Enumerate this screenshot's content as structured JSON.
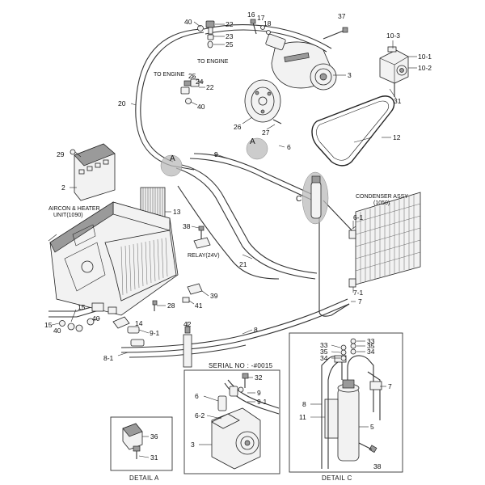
{
  "captions": {
    "to_engine_top": "TO ENGINE",
    "to_engine_mid": "TO ENGINE",
    "aircon_unit_line1": "AIRCON & HEATER",
    "aircon_unit_line2": "UNIT(1090)",
    "relay": "RELAY(24V)",
    "condenser_line1": "CONDENSER ASSY",
    "condenser_line2": "(1050)",
    "serial": "SERIAL NO : -#0015"
  },
  "details": {
    "a_label": "DETAIL A",
    "c_label": "DETAIL C",
    "a_marker": "A",
    "a_marker2": "A",
    "c_marker": "C"
  },
  "callouts": [
    {
      "id": "c40a",
      "text": "40"
    },
    {
      "id": "c22a",
      "text": "22"
    },
    {
      "id": "c23",
      "text": "23"
    },
    {
      "id": "c25a",
      "text": "25"
    },
    {
      "id": "c16",
      "text": "16"
    },
    {
      "id": "c17",
      "text": "17"
    },
    {
      "id": "c18",
      "text": "18"
    },
    {
      "id": "c37",
      "text": "37"
    },
    {
      "id": "c10_3",
      "text": "10-3"
    },
    {
      "id": "c10_1",
      "text": "10-1"
    },
    {
      "id": "c10_2",
      "text": "10-2"
    },
    {
      "id": "c3a",
      "text": "3"
    },
    {
      "id": "c31a",
      "text": "31"
    },
    {
      "id": "c25b",
      "text": "25"
    },
    {
      "id": "c24",
      "text": "24"
    },
    {
      "id": "c22b",
      "text": "22"
    },
    {
      "id": "c40b",
      "text": "40"
    },
    {
      "id": "c20",
      "text": "20"
    },
    {
      "id": "c26",
      "text": "26"
    },
    {
      "id": "c27",
      "text": "27"
    },
    {
      "id": "c12",
      "text": "12"
    },
    {
      "id": "c6a",
      "text": "6"
    },
    {
      "id": "c9a",
      "text": "9"
    },
    {
      "id": "c29",
      "text": "29"
    },
    {
      "id": "c2",
      "text": "2"
    },
    {
      "id": "c13",
      "text": "13"
    },
    {
      "id": "c38a",
      "text": "38"
    },
    {
      "id": "c6_1",
      "text": "6-1"
    },
    {
      "id": "c21",
      "text": "21"
    },
    {
      "id": "c7_1",
      "text": "7-1"
    },
    {
      "id": "c7a",
      "text": "7"
    },
    {
      "id": "c39",
      "text": "39"
    },
    {
      "id": "c41",
      "text": "41"
    },
    {
      "id": "c28",
      "text": "28"
    },
    {
      "id": "c15a",
      "text": "15"
    },
    {
      "id": "c15b",
      "text": "15"
    },
    {
      "id": "c40c",
      "text": "40"
    },
    {
      "id": "c40d",
      "text": "40"
    },
    {
      "id": "c14",
      "text": "14"
    },
    {
      "id": "c9_1a",
      "text": "9-1"
    },
    {
      "id": "c42",
      "text": "42"
    },
    {
      "id": "c8a",
      "text": "8"
    },
    {
      "id": "c8_1",
      "text": "8-1"
    },
    {
      "id": "c32",
      "text": "32"
    },
    {
      "id": "c9b",
      "text": "9"
    },
    {
      "id": "c6b",
      "text": "6"
    },
    {
      "id": "c9_1b",
      "text": "9-1"
    },
    {
      "id": "c6_2",
      "text": "6-2"
    },
    {
      "id": "c3b",
      "text": "3"
    },
    {
      "id": "c36",
      "text": "36"
    },
    {
      "id": "c31b",
      "text": "31"
    },
    {
      "id": "c33a",
      "text": "33"
    },
    {
      "id": "c35a",
      "text": "35"
    },
    {
      "id": "c34a",
      "text": "34"
    },
    {
      "id": "c33b",
      "text": "33"
    },
    {
      "id": "c35b",
      "text": "35"
    },
    {
      "id": "c34b",
      "text": "34"
    },
    {
      "id": "c7b",
      "text": "7"
    },
    {
      "id": "c8b",
      "text": "8"
    },
    {
      "id": "c11",
      "text": "11"
    },
    {
      "id": "c5",
      "text": "5"
    },
    {
      "id": "c38b",
      "text": "38"
    }
  ]
}
